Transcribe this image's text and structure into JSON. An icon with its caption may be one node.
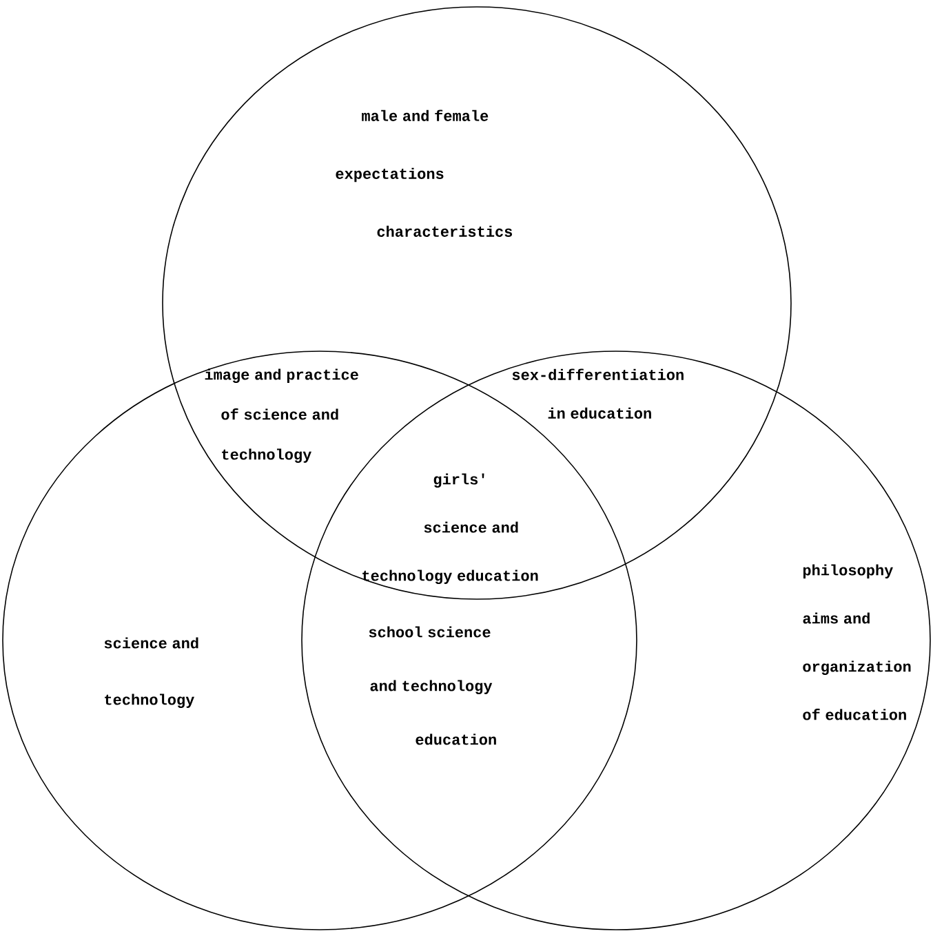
{
  "diagram": {
    "nodes": [
      {
        "text": [
          "male and female expectations characteristics"
        ]
      },
      {
        "text": [
          "science and technology"
        ]
      },
      {
        "text": [
          "philosophy aims and organization of education"
        ]
      }
    ],
    "labels": [
      "image and practice of science and technology",
      "sex-differentiation in education",
      "girls' science and technology education",
      "school science and technology education"
    ]
  }
}
